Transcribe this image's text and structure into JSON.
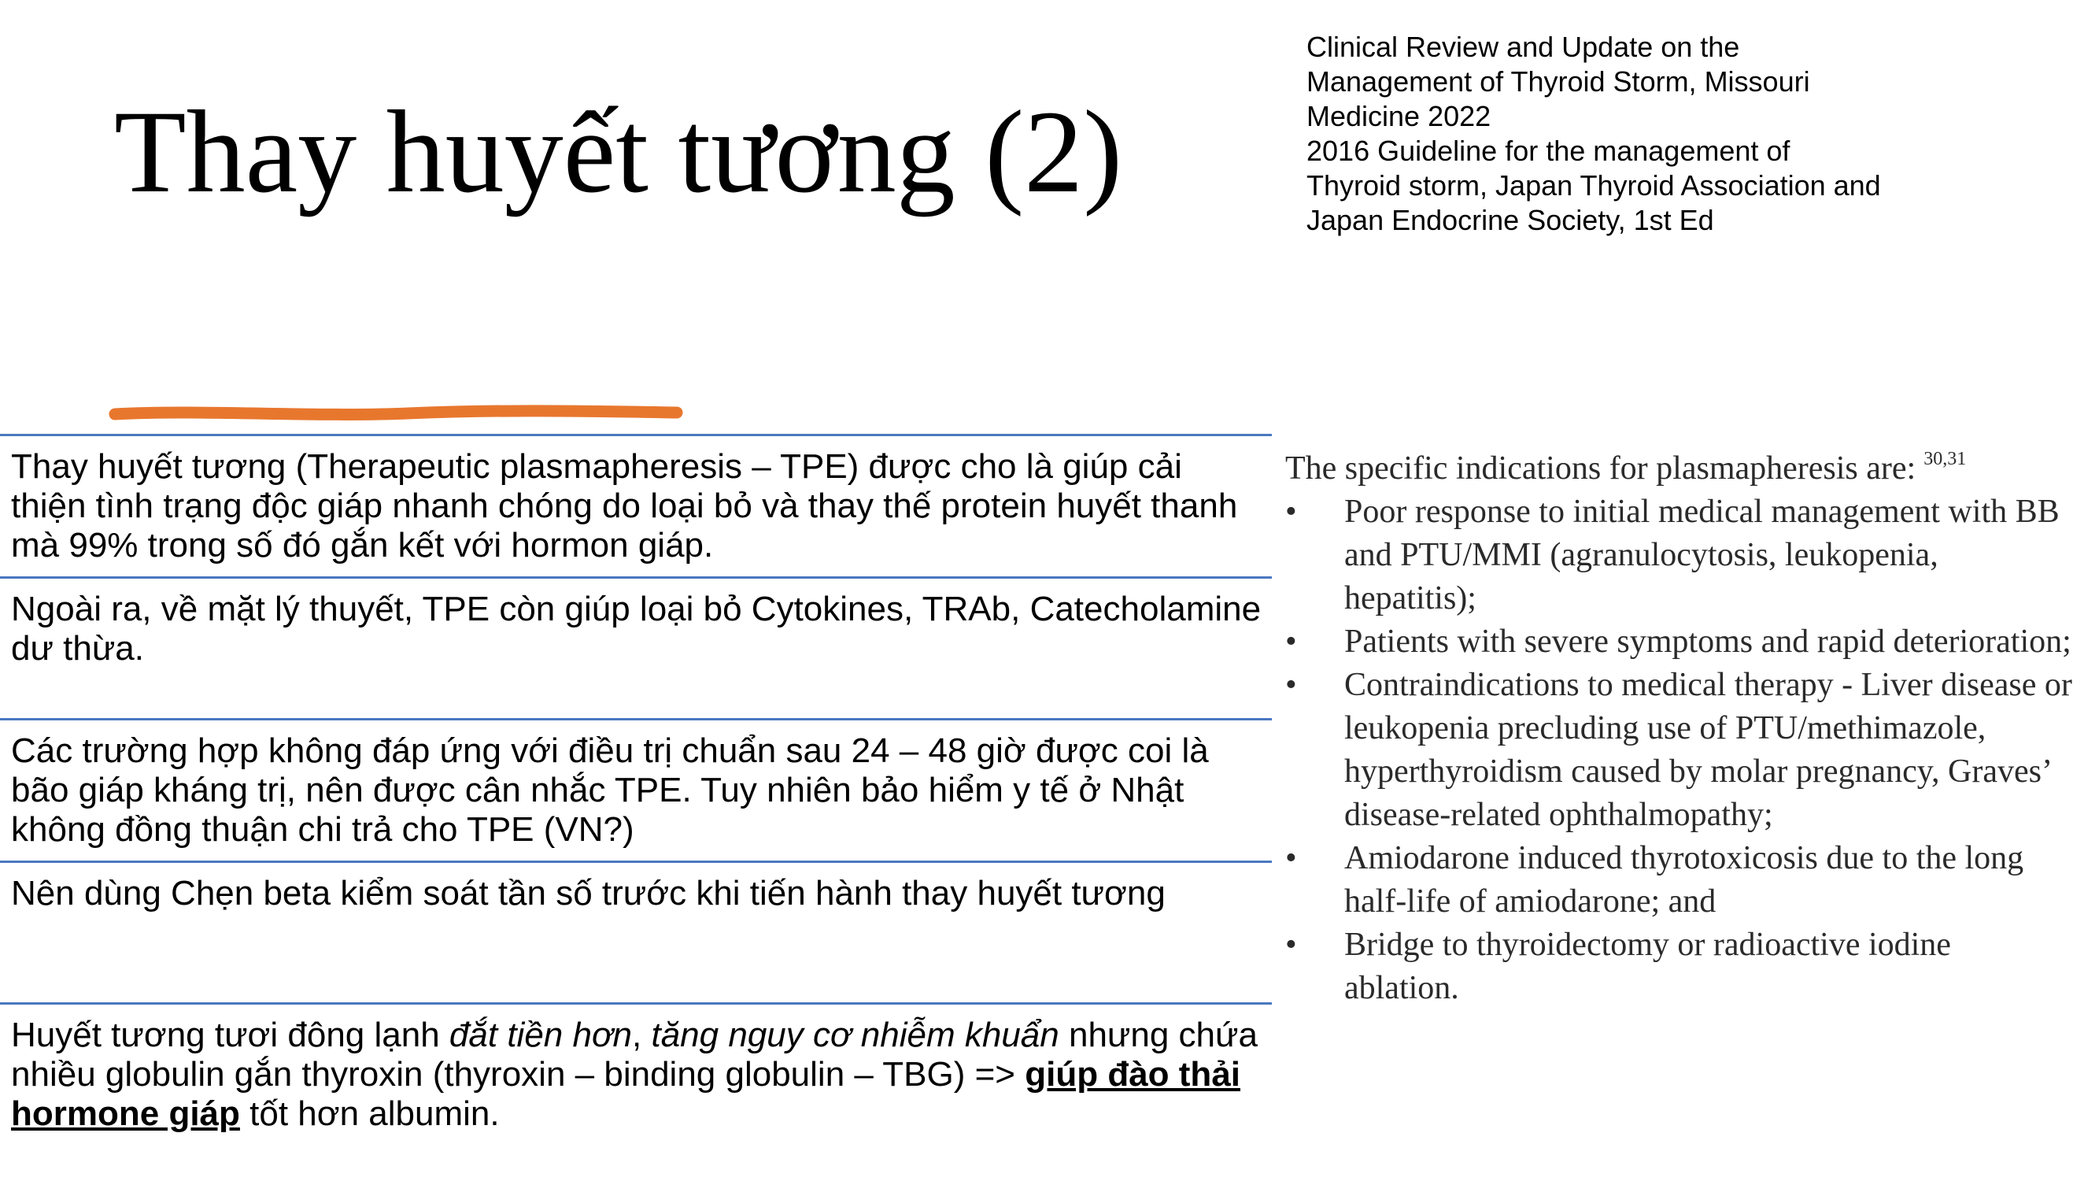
{
  "slide": {
    "title": "Thay huyết tương (2)",
    "references": [
      "Clinical Review and Update on the",
      "Management of Thyroid Storm, Missouri",
      "Medicine 2022",
      "2016 Guideline for the management of",
      "Thyroid storm, Japan Thyroid Association and",
      "Japan Endocrine Society, 1st Ed"
    ],
    "accent_color": "#e8772e",
    "divider_color": "#4a78c0"
  },
  "table": {
    "rows": [
      {
        "text": "Thay huyết tương (Therapeutic plasmapheresis – TPE) được cho là giúp cải thiện tình trạng độc giáp nhanh chóng do loại bỏ và thay thế protein huyết thanh mà 99% trong số đó gắn kết với hormon giáp."
      },
      {
        "text": "Ngoài ra, về mặt lý thuyết, TPE còn giúp loại bỏ Cytokines, TRAb, Catecholamine dư thừa."
      },
      {
        "text": "Các trường hợp không đáp ứng với điều trị chuẩn sau 24 – 48 giờ được coi là bão giáp kháng trị, nên được cân nhắc TPE. Tuy nhiên bảo hiểm y tế ở Nhật không đồng thuận chi trả cho TPE (VN?)"
      },
      {
        "text": "Nên dùng Chẹn beta kiểm soát tần số trước khi tiến hành thay huyết tương"
      },
      {
        "text_a": "Huyết tương tươi đông lạnh ",
        "text_b_italic": "đắt tiền hơn",
        "text_c": ", ",
        "text_d_italic": "tăng nguy cơ nhiễm khuẩn",
        "text_e": " nhưng chứa nhiều globulin gắn thyroxin (thyroxin – binding globulin – TBG) => ",
        "text_f_bold": "giúp đào thải hormone giáp",
        "text_g": " tốt hơn albumin."
      }
    ]
  },
  "excerpt": {
    "intro": "The specific indications for plasmapheresis are:",
    "citation": "30,31",
    "bullet_glyph": "•",
    "items": [
      "Poor response to initial medical management with BB and PTU/MMI (agranulocytosis, leukopenia, hepatitis);",
      "Patients with severe symptoms and rapid deterioration;",
      "Contraindications to medical therapy - Liver disease or leukopenia precluding use of PTU/methimazole, hyperthyroidism caused by molar pregnancy, Graves’ disease-related ophthalmopathy;",
      "Amiodarone induced thyrotoxicosis due to the long half-life of amiodarone; and",
      "Bridge to thyroidectomy or radioactive iodine ablation."
    ]
  }
}
